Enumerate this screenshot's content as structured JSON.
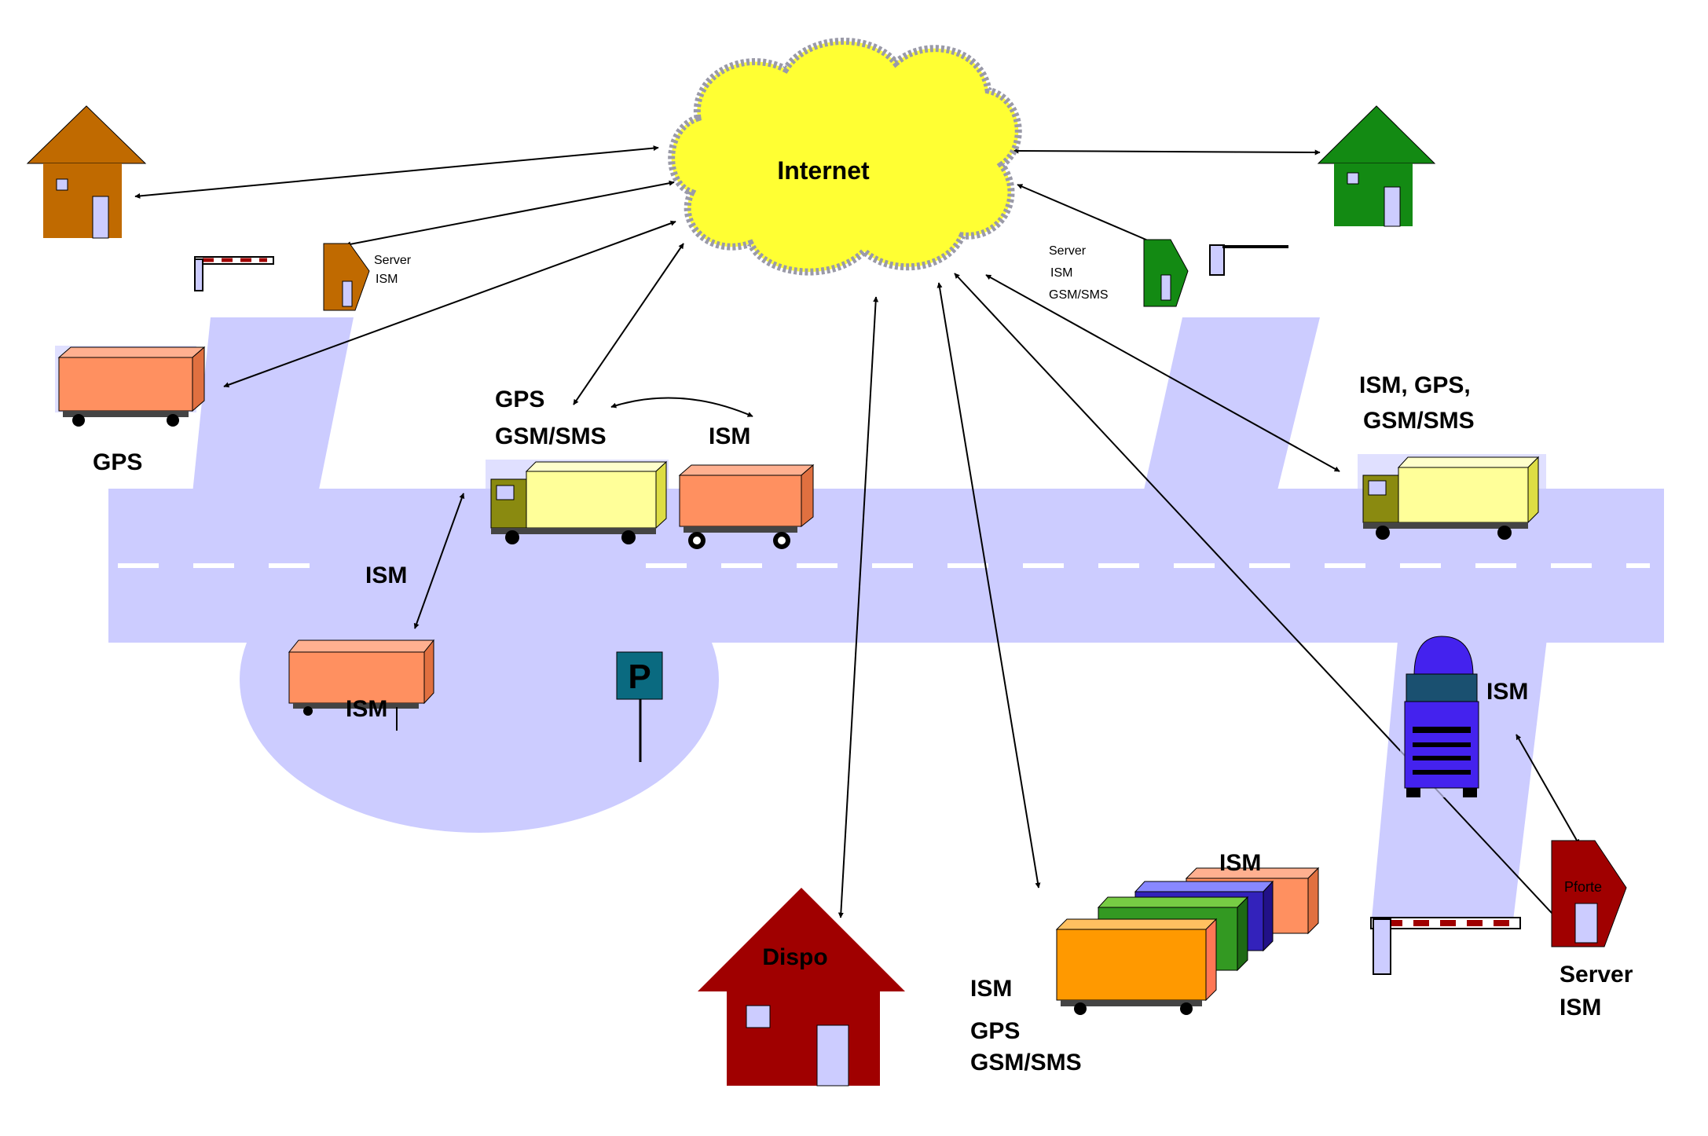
{
  "colors": {
    "road": "#CCCCFF",
    "cloud_fill": "#FFFF33",
    "cloud_edge": "#9A9AA8",
    "house_brown": "#C06A00",
    "house_green": "#138A13",
    "house_red": "#A00000",
    "box_orange": "#FF9060",
    "box_yellow": "#FFFF99",
    "cab_olive": "#8A8A10",
    "truck_blue": "#4422EE",
    "parking": "#0A6A80"
  },
  "labels": {
    "internet": "Internet",
    "server_left": [
      "Server",
      "ISM"
    ],
    "server_right": [
      "Server",
      "ISM",
      "GSM/SMS"
    ],
    "parked_truck": "GPS",
    "center_truck": [
      "GPS",
      "GSM/SMS"
    ],
    "center_trailer": "ISM",
    "road_link": "ISM",
    "parking_trailer": "ISM",
    "parking_sign": "P",
    "right_truck": [
      "ISM, GPS,",
      "GSM/SMS"
    ],
    "front_truck": "ISM",
    "fleet_top": "ISM",
    "fleet_bottom": [
      "ISM",
      "GPS",
      "GSM/SMS"
    ],
    "dispo": "Dispo",
    "gate_house": "Pforte",
    "server_bottom": [
      "Server",
      "ISM"
    ]
  }
}
